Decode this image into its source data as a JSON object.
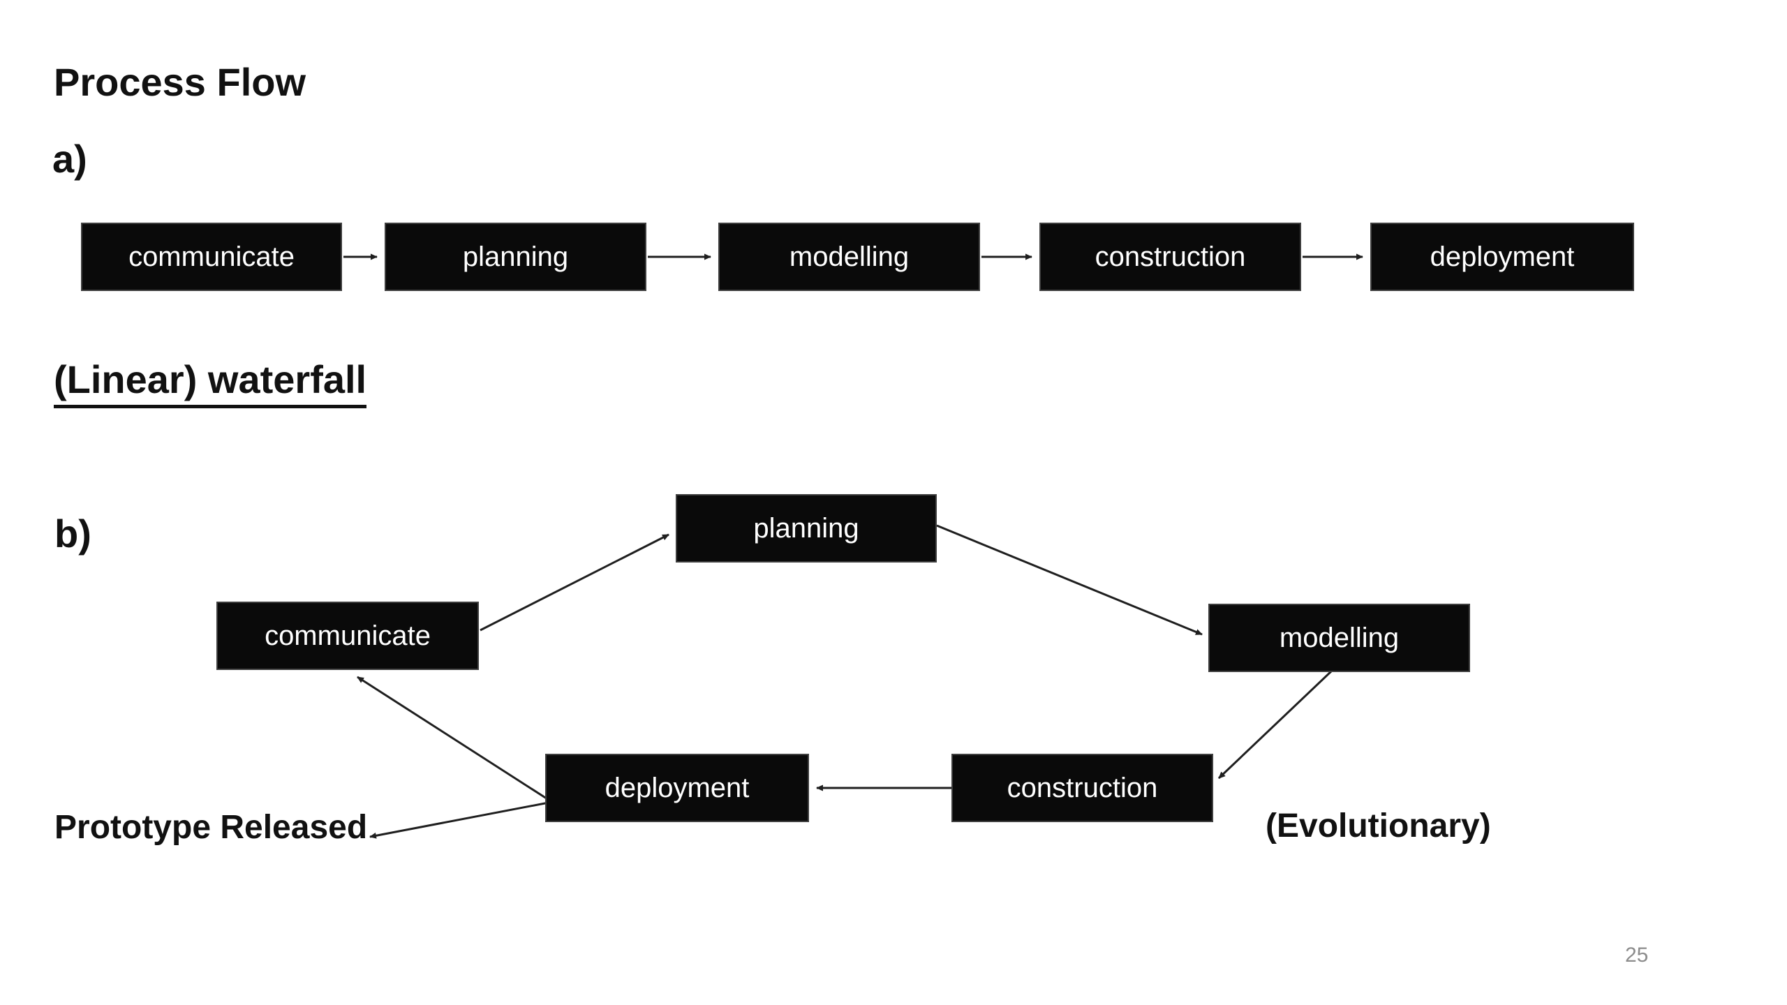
{
  "page": {
    "title": "Process Flow",
    "page_number": "25"
  },
  "section_a": {
    "label": "a)",
    "caption": "(Linear) waterfall",
    "steps": [
      "communicate",
      "planning",
      "modelling",
      "construction",
      "deployment"
    ]
  },
  "section_b": {
    "label": "b)",
    "caption": "(Evolutionary)",
    "annotation": "Prototype Released",
    "steps": [
      "communicate",
      "planning",
      "modelling",
      "construction",
      "deployment"
    ]
  },
  "colors": {
    "background": "#ffffff",
    "box_fill": "#0a0a0a",
    "box_border": "#3f3f3f",
    "box_text": "#ffffff",
    "heading_text": "#111111",
    "arrow": "#1f1f1f",
    "page_number": "#8c8c8c"
  }
}
